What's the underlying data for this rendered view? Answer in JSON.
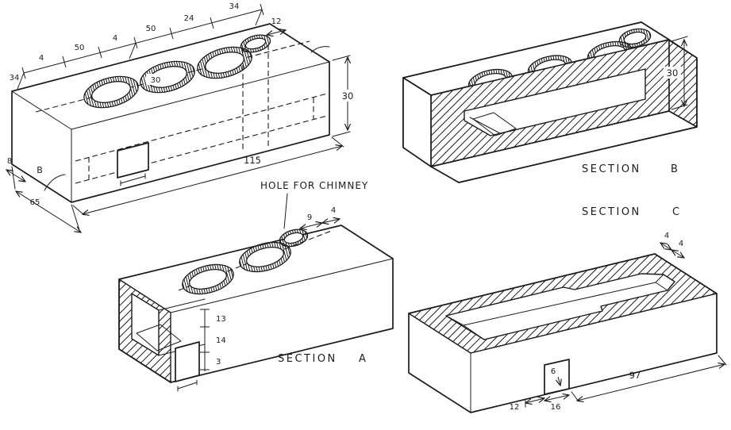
{
  "canvas": {
    "ink": "#1c1c1c",
    "paper": "#ffffff"
  },
  "annotations": {
    "hole_for_chimney": "HOLE FOR CHIMNEY"
  },
  "section_labels": {
    "a": {
      "word": "SECTION",
      "letter": "A"
    },
    "b": {
      "word": "SECTION",
      "letter": "B"
    },
    "c": {
      "word": "SECTION",
      "letter": "C"
    }
  },
  "pictorial": {
    "dims": {
      "top_chain": [
        "4",
        "50",
        "4",
        "50",
        "24",
        "34"
      ],
      "end_width": "34",
      "chimney_offset": "12",
      "hole_dia": "30",
      "length": "115",
      "height": "30",
      "depth": "65",
      "depth_small": "8",
      "corner_note": "B"
    }
  },
  "section_b": {
    "dims": {
      "height": "30"
    }
  },
  "section_a": {
    "dims": {
      "height_chain": [
        "13",
        "14",
        "3"
      ],
      "edge": [
        "9",
        "4"
      ]
    }
  },
  "section_c": {
    "dims": {
      "length": "97",
      "door_offset": "12",
      "door_width": "16",
      "door_height": "6",
      "edge": [
        "4",
        "4"
      ]
    }
  }
}
